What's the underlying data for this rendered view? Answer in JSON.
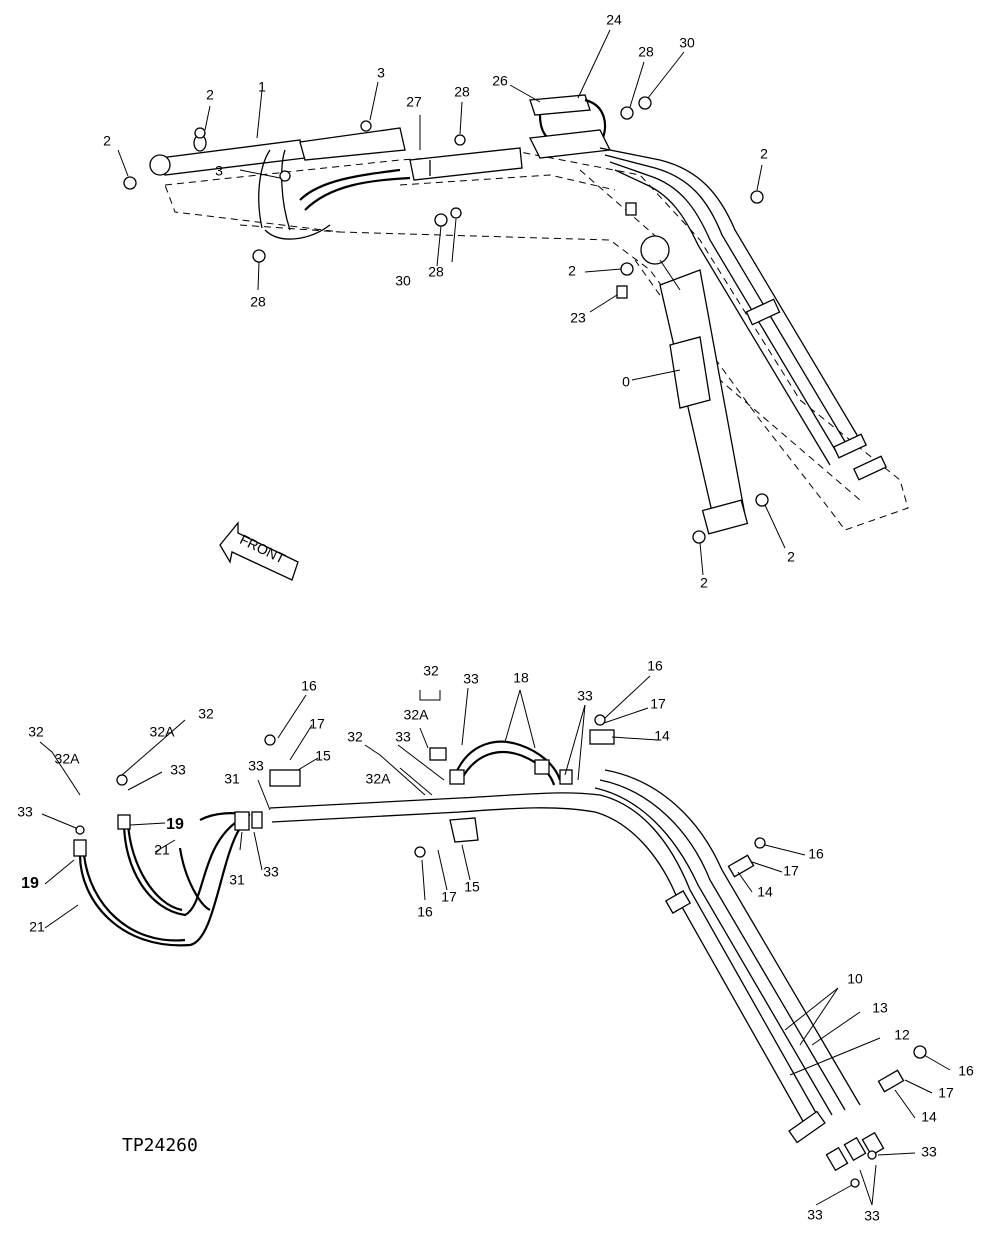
{
  "figure_id": "TP24260",
  "front_label": "FRONT",
  "top_callouts": [
    {
      "id": "t-1",
      "text": "1"
    },
    {
      "id": "t-2a",
      "text": "2"
    },
    {
      "id": "t-2b",
      "text": "2"
    },
    {
      "id": "t-3a",
      "text": "3"
    },
    {
      "id": "t-3b",
      "text": "3"
    },
    {
      "id": "t-27",
      "text": "27"
    },
    {
      "id": "t-28a",
      "text": "28"
    },
    {
      "id": "t-26",
      "text": "26"
    },
    {
      "id": "t-24",
      "text": "24"
    },
    {
      "id": "t-28b",
      "text": "28"
    },
    {
      "id": "t-30a",
      "text": "30"
    },
    {
      "id": "t-2c",
      "text": "2"
    },
    {
      "id": "t-28c",
      "text": "28"
    },
    {
      "id": "t-30b",
      "text": "30"
    },
    {
      "id": "t-28d",
      "text": "28"
    },
    {
      "id": "t-2d",
      "text": "2"
    },
    {
      "id": "t-23",
      "text": "23"
    },
    {
      "id": "t-0",
      "text": "0"
    },
    {
      "id": "t-2e",
      "text": "2"
    },
    {
      "id": "t-2f",
      "text": "2"
    }
  ],
  "bottom_callouts": [
    {
      "id": "b-32a",
      "text": "32"
    },
    {
      "id": "b-32Aa",
      "text": "32A"
    },
    {
      "id": "b-32b",
      "text": "32"
    },
    {
      "id": "b-32Ab",
      "text": "32A"
    },
    {
      "id": "b-33a",
      "text": "33"
    },
    {
      "id": "b-33b",
      "text": "33"
    },
    {
      "id": "b-19a",
      "text": "19",
      "bold": true
    },
    {
      "id": "b-19b",
      "text": "19",
      "bold": true
    },
    {
      "id": "b-21a",
      "text": "21"
    },
    {
      "id": "b-21b",
      "text": "21"
    },
    {
      "id": "b-31a",
      "text": "31"
    },
    {
      "id": "b-31b",
      "text": "31"
    },
    {
      "id": "b-33c",
      "text": "33"
    },
    {
      "id": "b-33d",
      "text": "33"
    },
    {
      "id": "b-16a",
      "text": "16"
    },
    {
      "id": "b-17a",
      "text": "17"
    },
    {
      "id": "b-15a",
      "text": "15"
    },
    {
      "id": "b-32c",
      "text": "32"
    },
    {
      "id": "b-32Ac",
      "text": "32A"
    },
    {
      "id": "b-33e",
      "text": "33"
    },
    {
      "id": "b-32d",
      "text": "32"
    },
    {
      "id": "b-32Ad",
      "text": "32A"
    },
    {
      "id": "b-33f",
      "text": "33"
    },
    {
      "id": "b-18",
      "text": "18"
    },
    {
      "id": "b-33g",
      "text": "33"
    },
    {
      "id": "b-16b",
      "text": "16"
    },
    {
      "id": "b-17b",
      "text": "17"
    },
    {
      "id": "b-14a",
      "text": "14"
    },
    {
      "id": "b-16c",
      "text": "16"
    },
    {
      "id": "b-17c",
      "text": "17"
    },
    {
      "id": "b-15b",
      "text": "15"
    },
    {
      "id": "b-16d",
      "text": "16"
    },
    {
      "id": "b-17d",
      "text": "17"
    },
    {
      "id": "b-14b",
      "text": "14"
    },
    {
      "id": "b-10",
      "text": "10"
    },
    {
      "id": "b-13",
      "text": "13"
    },
    {
      "id": "b-12",
      "text": "12"
    },
    {
      "id": "b-16e",
      "text": "16"
    },
    {
      "id": "b-17e",
      "text": "17"
    },
    {
      "id": "b-14c",
      "text": "14"
    },
    {
      "id": "b-33h",
      "text": "33"
    },
    {
      "id": "b-33i",
      "text": "33"
    },
    {
      "id": "b-33j",
      "text": "33"
    }
  ]
}
